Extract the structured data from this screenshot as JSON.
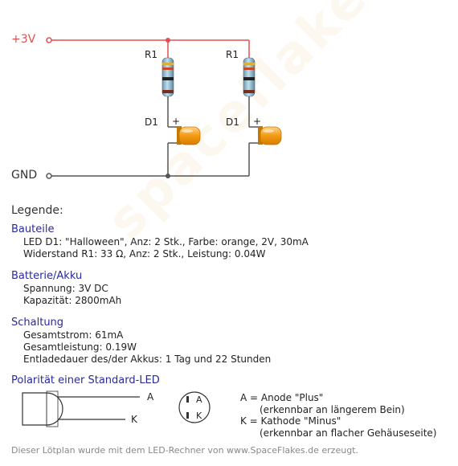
{
  "circuit": {
    "supply_label": "+3V",
    "ground_label": "GND",
    "branches": [
      {
        "resistor_label": "R1",
        "led_label": "D1",
        "polarity_mark": "+"
      },
      {
        "resistor_label": "R1",
        "led_label": "D1",
        "polarity_mark": "+"
      }
    ],
    "colors": {
      "supply_wire": "#e05050",
      "wire": "#555555",
      "led": "#f39a12",
      "resistor_body": "#9fc6d8"
    }
  },
  "watermark": "spaceflakes.de",
  "legend": {
    "title": "Legende:",
    "sections": [
      {
        "heading": "Bauteile",
        "lines": [
          "LED D1: \"Halloween\", Anz: 2 Stk., Farbe: orange, 2V, 30mA",
          "Widerstand R1: 33 Ω, Anz: 2 Stk., Leistung: 0.04W"
        ]
      },
      {
        "heading": "Batterie/Akku",
        "lines": [
          "Spannung: 3V DC",
          "Kapazität: 2800mAh"
        ]
      },
      {
        "heading": "Schaltung",
        "lines": [
          "Gesamtstrom: 61mA",
          "Gesamtleistung: 0.19W",
          "Entladedauer des/der Akkus: 1 Tag und 22 Stunden"
        ]
      }
    ]
  },
  "polarity": {
    "heading": "Polarität einer Standard-LED",
    "pin_a": "A",
    "pin_k": "K",
    "top_a": "A",
    "top_k": "K",
    "anode_text": "A = Anode \"Plus\"",
    "anode_note": "(erkennbar an längerem Bein)",
    "cathode_text": "K = Kathode \"Minus\"",
    "cathode_note": "(erkennbar an flacher Gehäuseseite)"
  },
  "footer": "Dieser Lötplan wurde mit dem LED-Rechner von www.SpaceFlakes.de erzeugt."
}
